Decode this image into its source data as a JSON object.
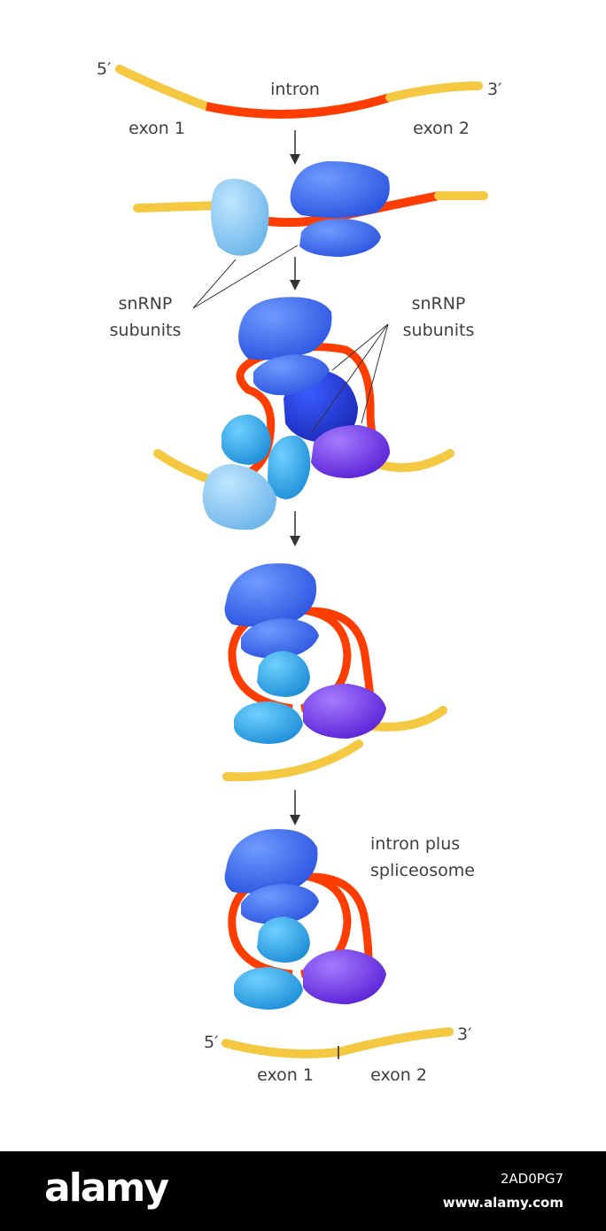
{
  "colors": {
    "exon": "#f5c842",
    "intron": "#ff3d00",
    "snrnp_light": "#7ec4f0",
    "snrnp_medium": "#2fa4e8",
    "snrnp_blue": "#3b66f0",
    "snrnp_deep": "#2238d6",
    "snrnp_purple": "#7a3df0",
    "arrow": "#333333",
    "footer": "#000000"
  },
  "labels": {
    "five_prime": "5′",
    "three_prime": "3′",
    "intron": "intron",
    "exon1": "exon 1",
    "exon2": "exon 2",
    "snrnp_left": "snRNP\nsubunits",
    "snrnp_right": "snRNP\nsubunits",
    "intron_plus": "intron plus\nspliceosome",
    "final_five_prime": "5′",
    "final_three_prime": "3′",
    "final_exon1": "exon 1",
    "final_exon2": "exon 2"
  },
  "watermark": {
    "brand": "alamy",
    "image_id": "2AD0PG7",
    "site": "www.alamy.com"
  }
}
